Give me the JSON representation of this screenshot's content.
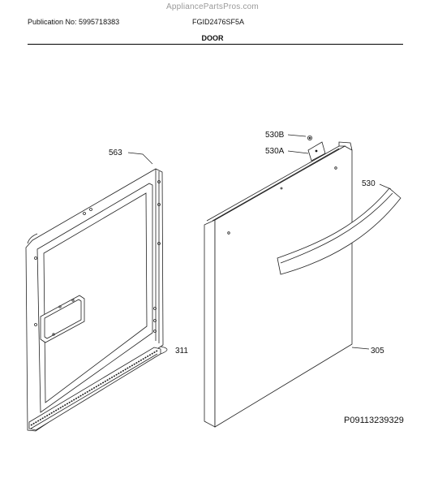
{
  "watermark": "AppliancePartsPros.com",
  "header": {
    "publication": "Publication No: 5995718383",
    "model": "FGID2476SF5A"
  },
  "section_title": "DOOR",
  "callouts": {
    "part_563": "563",
    "part_530B": "530B",
    "part_530A": "530A",
    "part_530": "530",
    "part_311": "311",
    "part_305": "305"
  },
  "figure_id": "P09113239329"
}
